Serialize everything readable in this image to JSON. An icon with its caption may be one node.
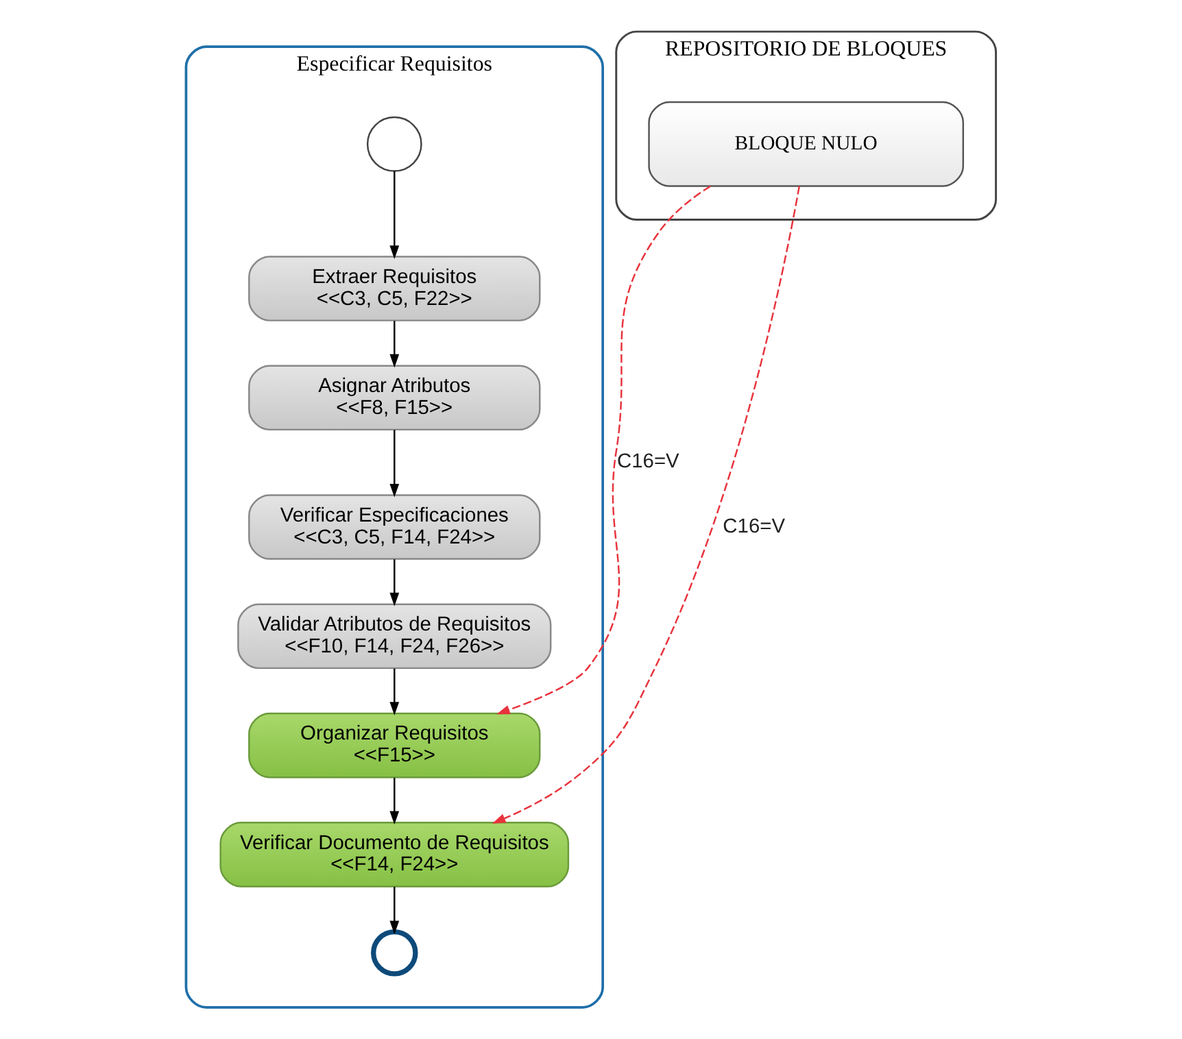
{
  "diagram": {
    "nodes": [
      {
        "text": [
          "Especificar Requisitos"
        ]
      },
      {
        "text": [],
        "shape": "circle",
        "in": 0
      },
      {
        "text": [
          "Extraer Requisitos",
          "<<C3, C5, F22>>"
        ],
        "in": 0
      },
      {
        "text": [
          "Asignar Atributos",
          "<<F8, F15>>"
        ],
        "in": 0
      },
      {
        "text": [
          "Verificar Especificaciones",
          "<<C3, C5, F14, F24>>"
        ],
        "in": 0
      },
      {
        "text": [
          "Validar Atributos de Requisitos",
          "<<F10, F14, F24, F26>>"
        ],
        "in": 0
      },
      {
        "text": [
          "Organizar Requisitos",
          "<<F15>>"
        ],
        "in": 0
      },
      {
        "text": [
          "Verificar Documento de Requisitos",
          "<<F14, F24>>"
        ],
        "in": 0
      },
      {
        "text": [],
        "shape": "circle",
        "in": 0
      },
      {
        "text": [
          "REPOSITORIO DE BLOQUES"
        ]
      },
      {
        "text": [
          "BLOQUE NULO"
        ],
        "in": 9
      }
    ],
    "edges": [
      {
        "from": 1,
        "to": 2,
        "arrow": "to"
      },
      {
        "from": 2,
        "to": 3,
        "arrow": "to"
      },
      {
        "from": 3,
        "to": 4,
        "arrow": "to"
      },
      {
        "from": 4,
        "to": 5,
        "arrow": "to"
      },
      {
        "from": 5,
        "to": 6,
        "arrow": "to"
      },
      {
        "from": 6,
        "to": 7,
        "arrow": "to"
      },
      {
        "from": 7,
        "to": 8,
        "arrow": "to"
      },
      {
        "from": 10,
        "to": 6,
        "arrow": "to",
        "label": "C16=V",
        "style": "dashed",
        "color": "#e8333c"
      },
      {
        "from": 10,
        "to": 7,
        "arrow": "to",
        "label": "C16=V",
        "style": "dashed",
        "color": "#e8333c"
      }
    ]
  }
}
